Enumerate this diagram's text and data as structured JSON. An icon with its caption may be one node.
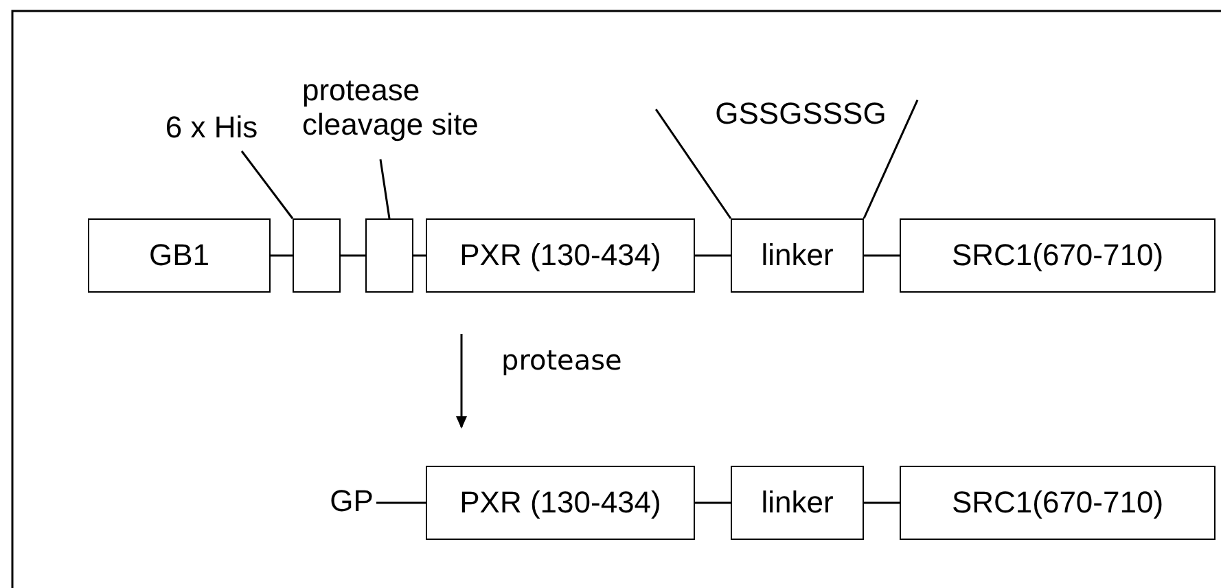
{
  "diagram": {
    "nodes": [
      {
        "text": [
          "GB1"
        ]
      },
      {
        "text": [],
        "shape": "box"
      },
      {
        "text": [],
        "shape": "box"
      },
      {
        "text": [
          "PXR (130-434)"
        ]
      },
      {
        "text": [
          "linker"
        ]
      },
      {
        "text": [
          "SRC1(670-710)"
        ]
      },
      {
        "text": [
          "6 x His"
        ]
      },
      {
        "text": [
          "protease cleavage site"
        ]
      },
      {
        "text": [
          "GSSGSSSG"
        ]
      },
      {
        "text": [
          "GP"
        ]
      },
      {
        "text": [
          "PXR (130-434)"
        ]
      },
      {
        "text": [
          "linker"
        ]
      },
      {
        "text": [
          "SRC1(670-710)"
        ]
      }
    ],
    "edges": [
      {
        "from": 0,
        "to": 1,
        "arrow": "none"
      },
      {
        "from": 1,
        "to": 2,
        "arrow": "none"
      },
      {
        "from": 2,
        "to": 3,
        "arrow": "none"
      },
      {
        "from": 3,
        "to": 4,
        "arrow": "none"
      },
      {
        "from": 4,
        "to": 5,
        "arrow": "none"
      },
      {
        "from": 6,
        "to": 1,
        "arrow": "none"
      },
      {
        "from": 7,
        "to": 2,
        "arrow": "none"
      },
      {
        "from": 8,
        "to": 4,
        "arrow": "none"
      },
      {
        "from": 8,
        "to": 4,
        "arrow": "none"
      },
      {
        "from": 9,
        "to": 10,
        "arrow": "none"
      },
      {
        "from": 10,
        "to": 11,
        "arrow": "none"
      },
      {
        "from": 11,
        "to": 12,
        "arrow": "none"
      }
    ],
    "labels": [
      "protease"
    ]
  }
}
